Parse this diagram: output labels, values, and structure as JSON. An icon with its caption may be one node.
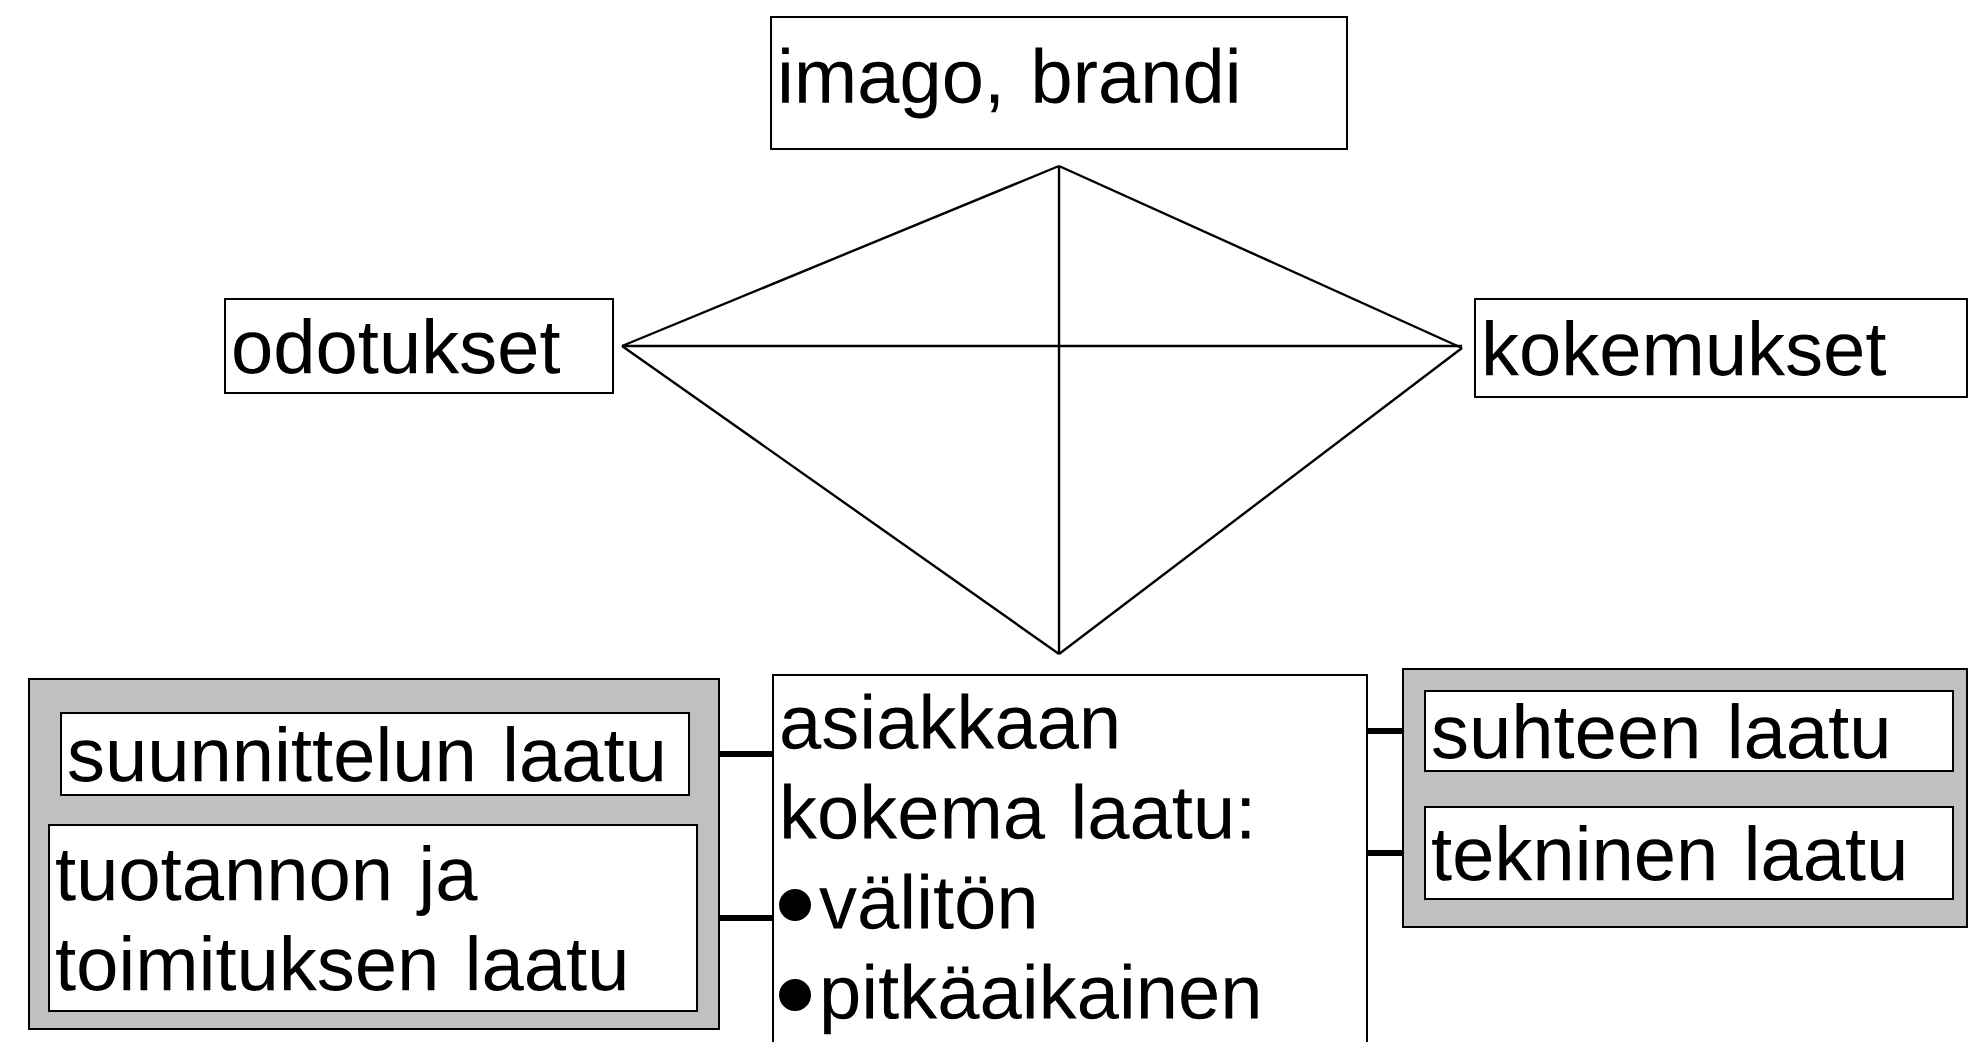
{
  "diagram": {
    "nodes": [
      {
        "text": [
          "imago, brandi"
        ]
      },
      {
        "text": [
          "odotukset"
        ]
      },
      {
        "text": [
          "kokemukset"
        ]
      },
      {
        "text": [],
        "shape": "box"
      },
      {
        "text": [
          "suunnittelun laatu"
        ],
        "in": 3
      },
      {
        "text": [
          "tuotannon ja toimituksen laatu"
        ],
        "in": 3
      },
      {
        "text": [
          "asiakkaan kokema laatu:",
          "välitön",
          "pitkäaikainen"
        ]
      },
      {
        "text": [],
        "shape": "box"
      },
      {
        "text": [
          "suhteen laatu"
        ],
        "in": 7
      },
      {
        "text": [
          "tekninen laatu"
        ],
        "in": 7
      }
    ],
    "edges": [
      {
        "from": 0,
        "to": 1,
        "arrow": "none"
      },
      {
        "from": 0,
        "to": 2,
        "arrow": "none"
      },
      {
        "from": 1,
        "to": 2,
        "arrow": "none"
      },
      {
        "from": 0,
        "to": 6,
        "arrow": "none"
      },
      {
        "from": 1,
        "to": 6,
        "arrow": "none"
      },
      {
        "from": 2,
        "to": 6,
        "arrow": "none"
      },
      {
        "from": 4,
        "to": 6,
        "arrow": "none",
        "style": "thick"
      },
      {
        "from": 5,
        "to": 6,
        "arrow": "none",
        "style": "thick"
      },
      {
        "from": 6,
        "to": 8,
        "arrow": "none",
        "style": "thick"
      },
      {
        "from": 6,
        "to": 9,
        "arrow": "none",
        "style": "thick"
      }
    ]
  }
}
